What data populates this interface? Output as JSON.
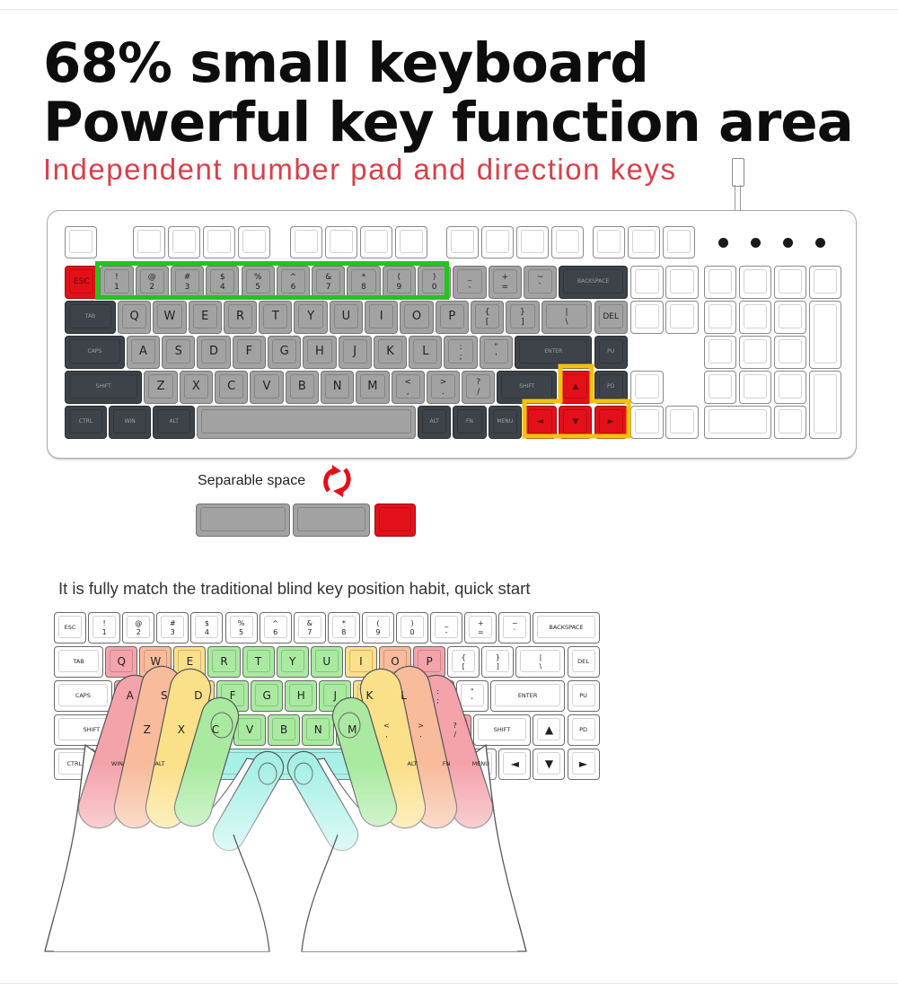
{
  "header": {
    "title_line1": "68% small keyboard",
    "title_line2": "Powerful key function area",
    "subtitle": "Independent number pad and direction keys"
  },
  "colors": {
    "subtitle": "#d8404a",
    "key_gray": "#a2a2a2",
    "key_dark": "#3e4249",
    "key_red": "#e3101a",
    "highlight_green": "#22c41e",
    "highlight_yellow": "#f4c20d",
    "finger_pinky": "#f4a3ab",
    "finger_ring": "#f8bb9c",
    "finger_middle": "#fbe08a",
    "finger_index": "#a9eaa0",
    "thumb": "#a6f0e6"
  },
  "top_keyboard": {
    "rows": [
      [
        "ESC",
        "!\n1",
        "@\n2",
        "#\n3",
        "$\n4",
        "%\n5",
        "^\n6",
        "&\n7",
        "*\n8",
        "(\n9",
        ")\n0",
        "_\n-",
        "+\n=",
        "~\n`",
        "BACKSPACE"
      ],
      [
        "TAB",
        "Q",
        "W",
        "E",
        "R",
        "T",
        "Y",
        "U",
        "I",
        "O",
        "P",
        "{\n[",
        "}\n]",
        "|\n\\",
        "DEL"
      ],
      [
        "CAPS",
        "A",
        "S",
        "D",
        "F",
        "G",
        "H",
        "J",
        "K",
        "L",
        ":\n;",
        "\"\n'",
        "ENTER",
        "PU"
      ],
      [
        "SHIFT",
        "Z",
        "X",
        "C",
        "V",
        "B",
        "N",
        "M",
        "<\n,",
        ">\n.",
        "?\n/",
        "SHIFT",
        "▲",
        "PD"
      ],
      [
        "CTRL",
        "WIN",
        "ALT",
        "",
        "ALT",
        "FN",
        "MENU",
        "◄",
        "▼",
        "►"
      ]
    ]
  },
  "separable": {
    "label": "Separable space",
    "icon": "rotate-arrows-icon"
  },
  "caption": "It is fully match the traditional blind key position habit, quick start",
  "bottom_keyboard": {
    "rows": [
      [
        "ESC",
        "!\n1",
        "@\n2",
        "#\n3",
        "$\n4",
        "%\n5",
        "^\n6",
        "&\n7",
        "*\n8",
        "(\n9",
        ")\n0",
        "_\n-",
        "+\n=",
        "~\n`",
        "BACKSPACE"
      ],
      [
        "TAB",
        "Q",
        "W",
        "E",
        "R",
        "T",
        "Y",
        "U",
        "I",
        "O",
        "P",
        "{\n[",
        "}\n]",
        "|\n\\",
        "DEL"
      ],
      [
        "CAPS",
        "A",
        "S",
        "D",
        "F",
        "G",
        "H",
        "J",
        "K",
        "L",
        ":\n;",
        "\"\n'",
        "ENTER",
        "PU"
      ],
      [
        "SHIFT",
        "Z",
        "X",
        "C",
        "V",
        "B",
        "N",
        "M",
        "<\n,",
        ">\n.",
        "?\n/",
        "SHIFT",
        "▲",
        "PD"
      ],
      [
        "CTRL",
        "WIN",
        "ALT",
        "",
        "ALT",
        "FN",
        "MENU",
        "◄",
        "▼",
        "►"
      ]
    ]
  }
}
